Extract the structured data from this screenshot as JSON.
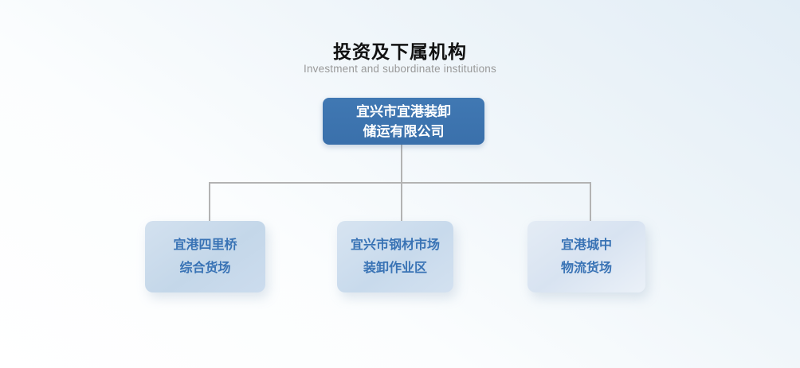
{
  "header": {
    "title": "投资及下属机构",
    "subtitle": "Investment and subordinate institutions"
  },
  "org_chart": {
    "type": "tree",
    "root": {
      "line1": "宜兴市宜港装卸",
      "line2": "储运有限公司"
    },
    "children": [
      {
        "line1": "宜港四里桥",
        "line2": "综合货场"
      },
      {
        "line1": "宜兴市钢材市场",
        "line2": "装卸作业区"
      },
      {
        "line1": "宜港城中",
        "line2": "物流货场"
      }
    ]
  },
  "colors": {
    "root_box_bg": "#3d74af",
    "root_box_text": "#ffffff",
    "child_box_bg": "#c9dbec",
    "child_box_bg_light": "#dde7f2",
    "child_box_text": "#3973b5",
    "connector": "#b3b3b3",
    "title_text": "#111111",
    "subtitle_text": "#999999",
    "background_top": "#e2edf6",
    "background_bottom": "#ffffff"
  }
}
